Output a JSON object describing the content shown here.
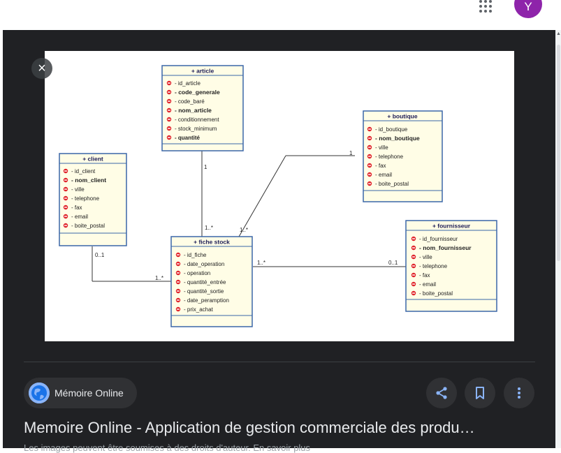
{
  "header": {
    "apps_icon": "apps-grid-icon",
    "avatar_letter": "Y",
    "avatar_color": "#8e24aa"
  },
  "viewer": {
    "close_icon": "close-icon",
    "source_name": "Mémoire Online",
    "title": "Memoire Online - Application de gestion commerciale des produ…",
    "subtitle": "Les images peuvent être soumises à des droits d'auteur. En savoir plus",
    "share_icon": "share-icon",
    "bookmark_icon": "bookmark-icon",
    "more_icon": "more-vert-icon"
  },
  "diagram": {
    "classes": {
      "article": {
        "title": "+ article",
        "attrs": [
          "- id_article",
          "- code_generale",
          "- code_baré",
          "- nom_article",
          "- conditionnement",
          "- stock_minimum",
          "- quantité"
        ]
      },
      "boutique": {
        "title": "+ boutique",
        "attrs": [
          "- id_boutique",
          "- nom_boutique",
          "- ville",
          "- telephone",
          "- fax",
          "- email",
          "- boite_postal"
        ]
      },
      "client": {
        "title": "+ client",
        "attrs": [
          "- id_client",
          "- nom_client",
          "- ville",
          "- telephone",
          "- fax",
          "- email",
          "- boite_postal"
        ]
      },
      "fiche": {
        "title": "+ fiche stock",
        "attrs": [
          "- id_fiche",
          "- date_operation",
          "- operation",
          "- quantité_entrée",
          "- quantité_sortie",
          "- date_peramption",
          "- prix_achat"
        ]
      },
      "fournisseur": {
        "title": "+ fournisseur",
        "attrs": [
          "- id_fournisseur",
          "- nom_fournisseur",
          "- ville",
          "- telephone",
          "- fax",
          "- email",
          "- boite_postal"
        ]
      }
    },
    "multiplicities": {
      "article_fiche_top": "1",
      "article_fiche_bottom": "1..*",
      "boutique_fiche_top": "1",
      "boutique_fiche_bottom": "1..*",
      "client_fiche_left": "0..1",
      "client_fiche_right": "1..*",
      "fiche_fournisseur_left": "1..*",
      "fiche_fournisseur_right": "0..1"
    }
  }
}
